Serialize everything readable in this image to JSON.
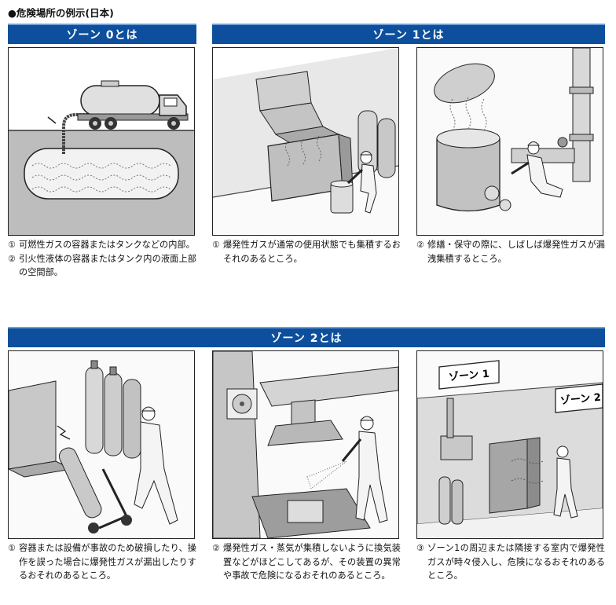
{
  "page_heading": "●危険場所の例示(日本)",
  "zone0": {
    "banner": "ゾーン 0とは",
    "captions": [
      {
        "num": "①",
        "text": "可燃性ガスの容器またはタンクなどの内部。"
      },
      {
        "num": "②",
        "text": "引火性液体の容器またはタンク内の液面上部の空間部。"
      }
    ]
  },
  "zone1": {
    "banner": "ゾーン 1とは",
    "panel1": {
      "num": "①",
      "text": "爆発性ガスが通常の使用状態でも集積するおそれのあるところ。"
    },
    "panel2": {
      "num": "②",
      "text": "修繕・保守の際に、しばしば爆発性ガスが漏洩集積するところ。"
    }
  },
  "zone2": {
    "banner": "ゾーン 2とは",
    "panel1": {
      "num": "①",
      "text": "容器または設備が事故のため破損したり、操作を誤った場合に爆発性ガスが漏出したりするおそれのあるところ。"
    },
    "panel2": {
      "num": "②",
      "text": "爆発性ガス・蒸気が集積しないように換気装置などがほどこしてあるが、その装置の異常や事故で危険になるおそれのあるところ。"
    },
    "panel3": {
      "num": "③",
      "text": "ゾーン1の周辺または隣接する室内で爆発性ガスが時々侵入し、危険になるおそれのあるところ。"
    },
    "sign1": "ゾーン 1",
    "sign2": "ゾーン 2"
  }
}
